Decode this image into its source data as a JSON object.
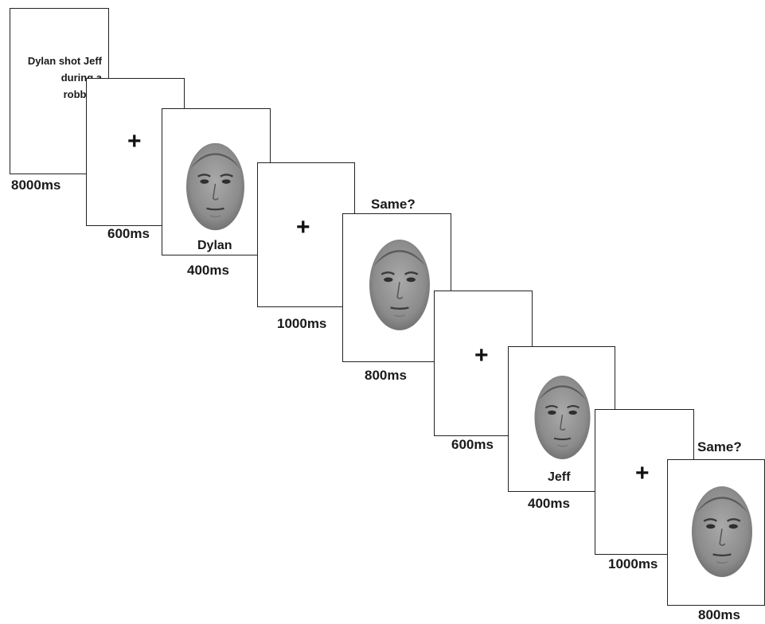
{
  "colors": {
    "frame_border": "#222222",
    "text": "#1a1a1a",
    "face_skin": "#8a8a8a",
    "face_features": "#3a3a3a"
  },
  "trial": {
    "sentence": {
      "line1": "Dylan shot Jeff",
      "line2": "during a",
      "line3": "robbery",
      "duration": "8000ms"
    },
    "fixation_1": {
      "symbol": "+",
      "duration": "600ms"
    },
    "name_face_1": {
      "name": "Dylan",
      "duration": "400ms",
      "face_icon": "male-face-photo"
    },
    "fixation_2": {
      "symbol": "+",
      "duration": "1000ms"
    },
    "probe_1": {
      "prompt": "Same?",
      "duration": "800ms",
      "face_icon": "male-face-photo"
    },
    "fixation_3": {
      "symbol": "+",
      "duration": "600ms"
    },
    "name_face_2": {
      "name": "Jeff",
      "duration": "400ms",
      "face_icon": "male-face-photo"
    },
    "fixation_4": {
      "symbol": "+",
      "duration": "1000ms"
    },
    "probe_2": {
      "prompt": "Same?",
      "duration": "800ms",
      "face_icon": "male-face-photo"
    }
  }
}
